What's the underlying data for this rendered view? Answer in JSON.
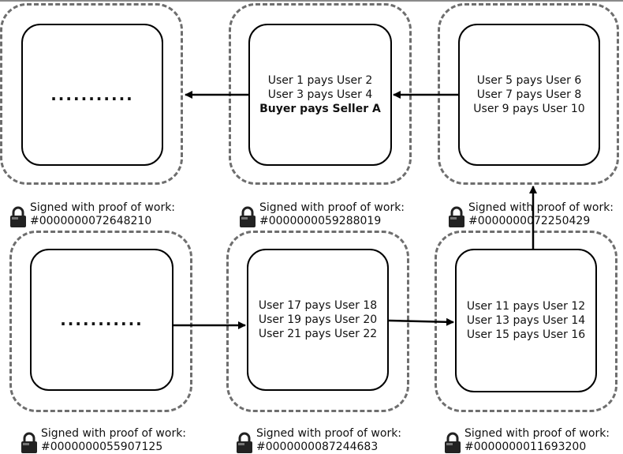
{
  "blocks": [
    {
      "id": "top-left",
      "lines": [],
      "dots": "...........",
      "signature_label": "Signed with proof of work:",
      "hash": "#0000000072648210"
    },
    {
      "id": "top-middle",
      "lines": [
        "User 1 pays User 2",
        "User 3 pays User 4",
        "Buyer pays Seller A"
      ],
      "bold_line": 2,
      "signature_label": "Signed with proof of work:",
      "hash": "#0000000059288019"
    },
    {
      "id": "top-right",
      "lines": [
        "User 5 pays User 6",
        "User 7 pays User 8",
        "User 9 pays User 10"
      ],
      "signature_label": "Signed with proof of work:",
      "hash": "#0000000072250429"
    },
    {
      "id": "bottom-left",
      "lines": [],
      "dots": "...........",
      "signature_label": "Signed with proof of work:",
      "hash": "#0000000055907125"
    },
    {
      "id": "bottom-middle",
      "lines": [
        "User 17 pays User 18",
        "User 19 pays User 20",
        "User 21 pays User 22"
      ],
      "signature_label": "Signed with proof of work:",
      "hash": "#0000000087244683"
    },
    {
      "id": "bottom-right",
      "lines": [
        "User 11 pays User 12",
        "User 13 pays User 14",
        "User 15 pays User 16"
      ],
      "signature_label": "Signed with proof of work:",
      "hash": "#0000000011693200"
    }
  ],
  "colors": {
    "dashed_border": "#6e6e6e",
    "block_border": "#000000",
    "arrow": "#000000",
    "background": "#ffffff"
  }
}
